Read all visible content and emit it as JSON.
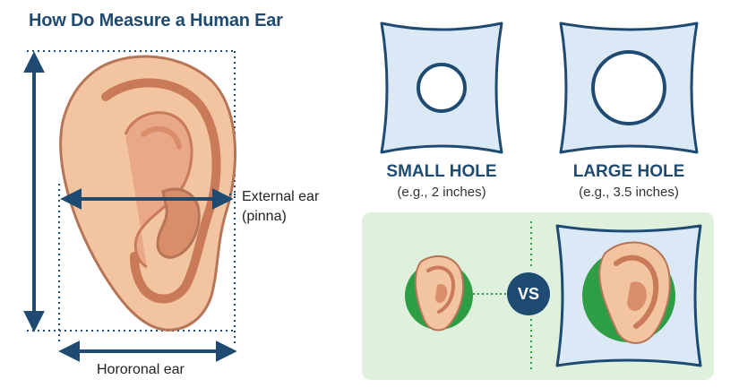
{
  "title": "How Do Measure a Human Ear",
  "ear_labels": {
    "external": "External ear (pinna)",
    "horizontal": "Hororonal ear"
  },
  "holes": [
    {
      "title": "SMALL HOLE",
      "subtitle": "(e.g., 2 inches)"
    },
    {
      "title": "LARGE HOLE",
      "subtitle": "(e.g., 3.5 inches)"
    }
  ],
  "comparison": {
    "vs_label": "VS"
  },
  "colors": {
    "navy": "#1f4b72",
    "skin": "#f2c4a0",
    "skin_dark": "#d98d6a",
    "pillow": "#dbe9f6",
    "panel": "#dff0dc",
    "green": "#2e9e44"
  }
}
